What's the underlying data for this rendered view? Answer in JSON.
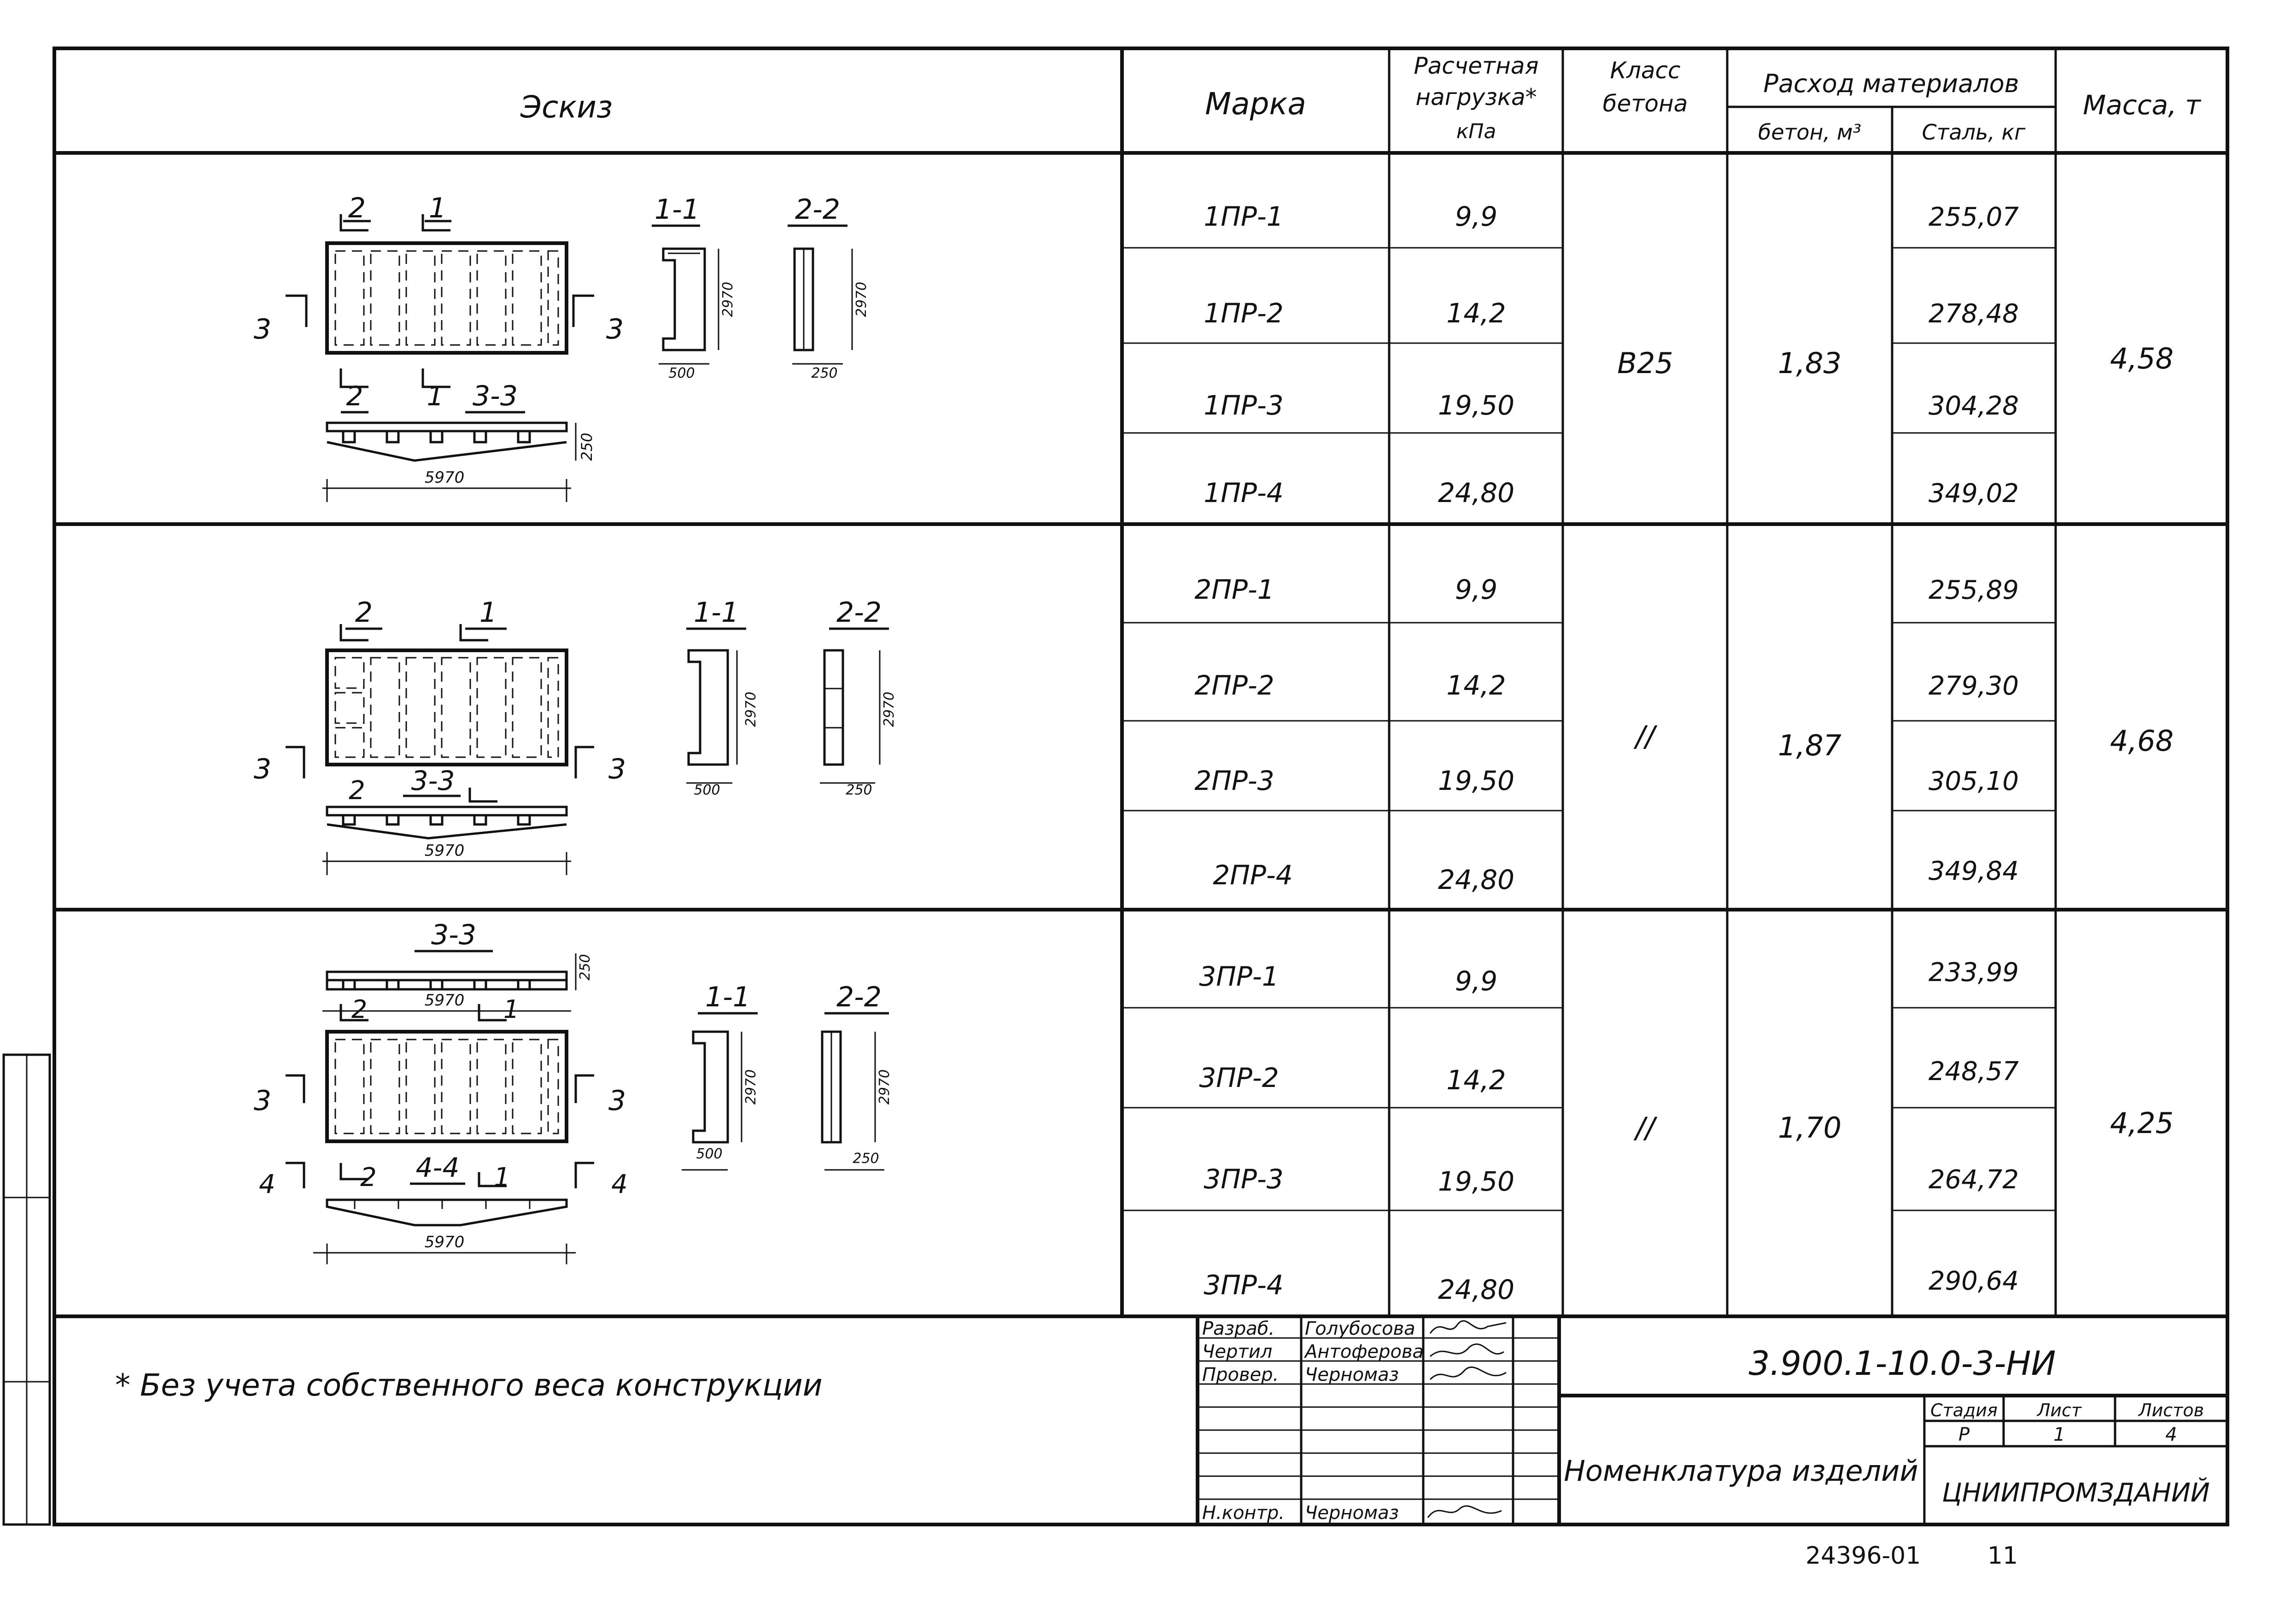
{
  "header": {
    "sketch": "Эскиз",
    "mark": "Марка",
    "load_line1": "Расчетная",
    "load_line2": "нагрузка*",
    "load_unit": "кПа",
    "class_line1": "Класс",
    "class_line2": "бетона",
    "materials": "Расход материалов",
    "concrete": "бетон, м³",
    "steel": "Сталь, кг",
    "mass": "Масса, т"
  },
  "groups": [
    {
      "concrete_class": "В25",
      "concrete_volume": "1,83",
      "mass": "4,58",
      "rows": [
        {
          "mark": "1ПР-1",
          "load": "9,9",
          "steel": "255,07"
        },
        {
          "mark": "1ПР-2",
          "load": "14,2",
          "steel": "278,48"
        },
        {
          "mark": "1ПР-3",
          "load": "19,50",
          "steel": "304,28"
        },
        {
          "mark": "1ПР-4",
          "load": "24,80",
          "steel": "349,02"
        }
      ]
    },
    {
      "concrete_class": "//",
      "concrete_volume": "1,87",
      "mass": "4,68",
      "rows": [
        {
          "mark": "2ПР-1",
          "load": "9,9",
          "steel": "255,89"
        },
        {
          "mark": "2ПР-2",
          "load": "14,2",
          "steel": "279,30"
        },
        {
          "mark": "2ПР-3",
          "load": "19,50",
          "steel": "305,10"
        },
        {
          "mark": "2ПР-4",
          "load": "24,80",
          "steel": "349,84"
        }
      ]
    },
    {
      "concrete_class": "//",
      "concrete_volume": "1,70",
      "mass": "4,25",
      "rows": [
        {
          "mark": "3ПР-1",
          "load": "9,9",
          "steel": "233,99"
        },
        {
          "mark": "3ПР-2",
          "load": "14,2",
          "steel": "248,57"
        },
        {
          "mark": "3ПР-3",
          "load": "19,50",
          "steel": "264,72"
        },
        {
          "mark": "3ПР-4",
          "load": "24,80",
          "steel": "290,64"
        }
      ]
    }
  ],
  "sketches": {
    "sec11": "1-1",
    "sec22": "2-2",
    "sec33": "3-3",
    "sec44": "4-4",
    "n1": "1",
    "n2": "2",
    "n3": "3",
    "n4": "4",
    "length": "5970",
    "width": "2970",
    "rib": "500",
    "flange": "250"
  },
  "footnote": "* Без учета собственного веса конструкции",
  "title_block": {
    "rows": [
      {
        "role": "Разраб.",
        "name": "Голубосова"
      },
      {
        "role": "Чертил",
        "name": "Антоферова"
      },
      {
        "role": "Провер.",
        "name": "Черномаз"
      },
      {
        "role": "Н.контр.",
        "name": "Черномаз"
      }
    ],
    "doc_code": "3.900.1-10.0-3-НИ",
    "title": "Номенклатура изделий",
    "stage_label": "Стадия",
    "sheet_label": "Лист",
    "sheets_label": "Листов",
    "stage": "Р",
    "sheet": "1",
    "sheets": "4",
    "org": "ЦНИИПРОМЗДАНИЙ"
  },
  "archive_number": "24396-01",
  "archive_page": "11"
}
